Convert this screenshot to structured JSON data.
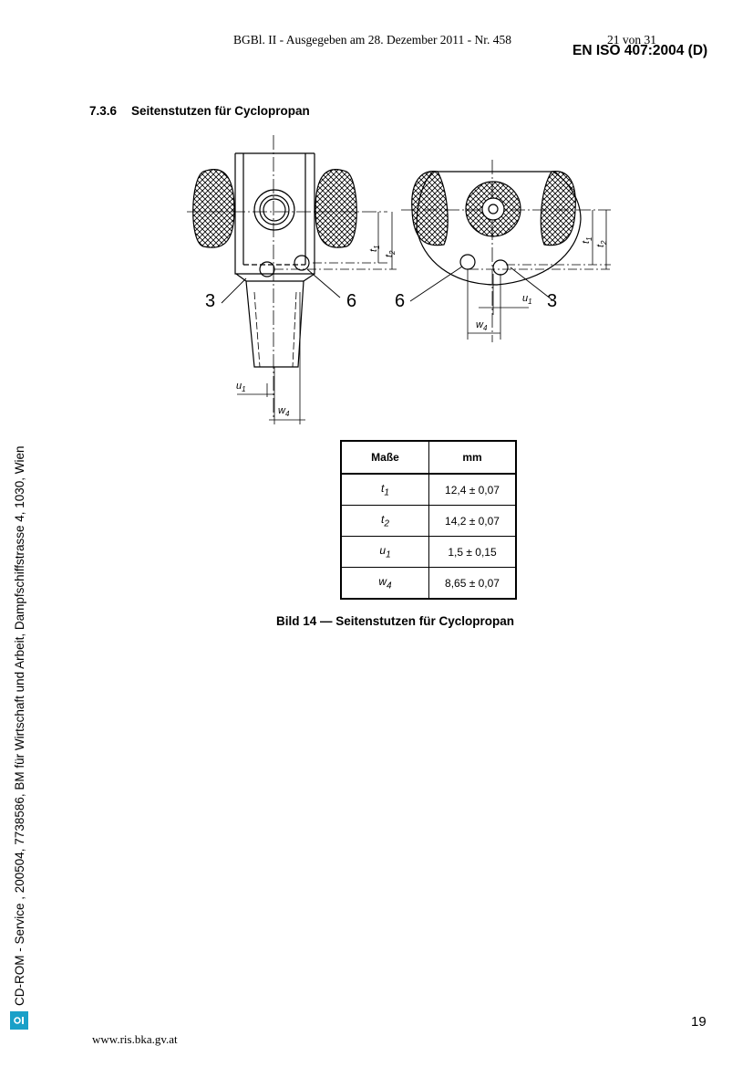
{
  "header": {
    "gazette": "BGBl. II - Ausgegeben am 28. Dezember 2011 - Nr. 458",
    "page_count": "21 von 31",
    "standard": "EN ISO 407:2004 (D)"
  },
  "section": {
    "number": "7.3.6",
    "title": "Seitenstutzen für Cyclopropan"
  },
  "drawing": {
    "labels": {
      "left_3": "3",
      "left_6": "6",
      "right_6": "6",
      "right_3": "3",
      "t1": "t",
      "t1_sub": "1",
      "t2": "t",
      "t2_sub": "2",
      "u1": "u",
      "u1_sub": "1",
      "w4": "w",
      "w4_sub": "4"
    }
  },
  "table": {
    "headers": [
      "Maße",
      "mm"
    ],
    "rows": [
      {
        "symbol": "t",
        "sub": "1",
        "value": "12,4 ± 0,07"
      },
      {
        "symbol": "t",
        "sub": "2",
        "value": "14,2 ± 0,07"
      },
      {
        "symbol": "u",
        "sub": "1",
        "value": "1,5 ± 0,15"
      },
      {
        "symbol": "w",
        "sub": "4",
        "value": "8,65 ± 0,07"
      }
    ]
  },
  "caption": "Bild 14 — Seitenstutzen für Cyclopropan",
  "footer": {
    "page_number": "19",
    "url": "www.ris.bka.gv.at"
  },
  "sidebar": {
    "text": "CD-ROM - Service , 200504, 7738586, BM für Wirtschaft und Arbeit, Dampfschiffstrasse 4, 1030, Wien"
  }
}
